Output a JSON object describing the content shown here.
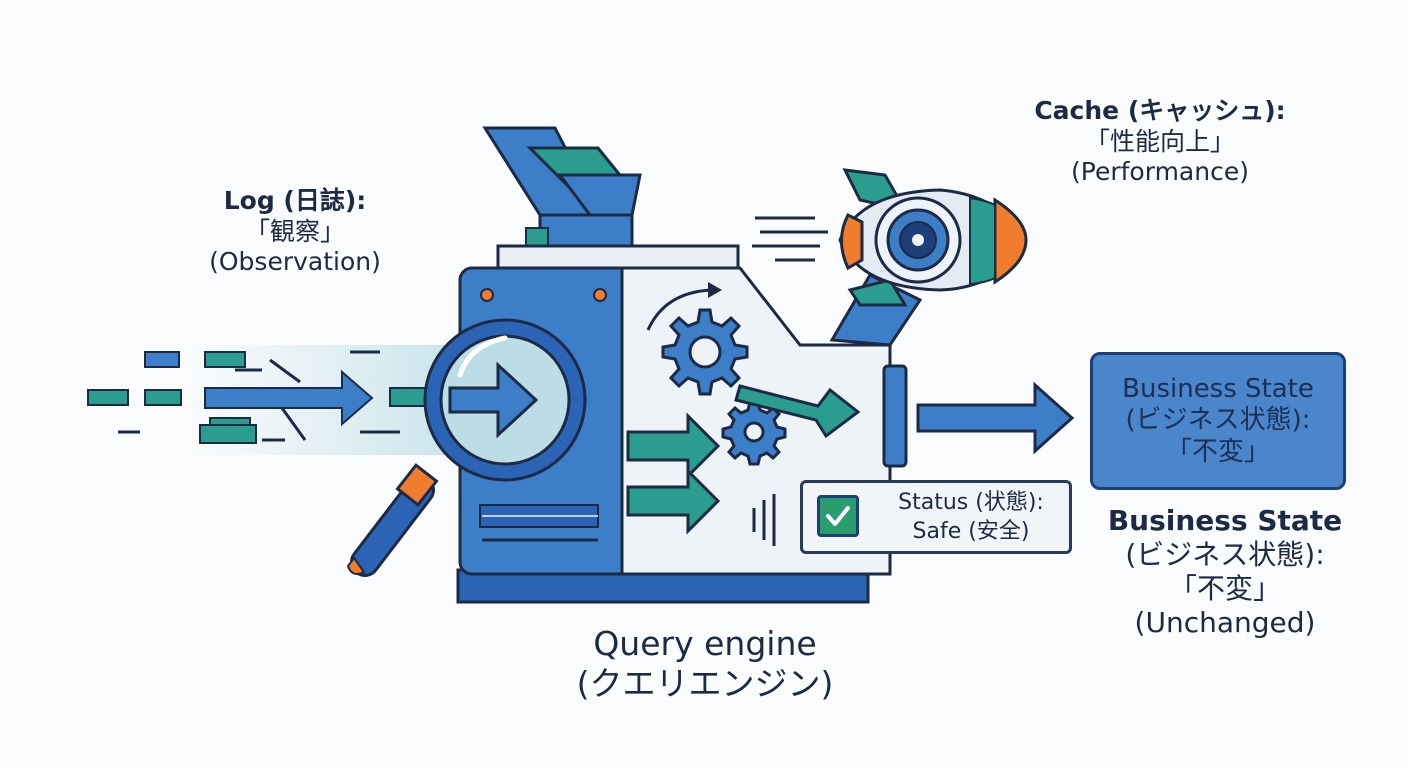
{
  "log": {
    "line1": "Log (日誌):",
    "line2": "「観察」",
    "line3": "(Observation)"
  },
  "cache": {
    "line1": "Cache (キャッシュ):",
    "line2": "「性能向上」",
    "line3": "(Performance)"
  },
  "engine": {
    "line1": "Query engine",
    "line2": "(クエリエンジン)"
  },
  "status": {
    "line1": "Status (状態):",
    "line2": "Safe (安全)"
  },
  "state_box": {
    "line1": "Business State",
    "line2": "(ビジネス状態):",
    "line3": "「不変」"
  },
  "state_caption": {
    "line1": "Business State",
    "line2": "(ビジネス状態):",
    "line3": "「不変」",
    "line4": "(Unchanged)"
  },
  "colors": {
    "blue": "#3c7fc8",
    "dark_blue": "#1c3f7a",
    "teal": "#2a9d8f",
    "orange": "#ef7d2d",
    "outline": "#1d2a44"
  }
}
